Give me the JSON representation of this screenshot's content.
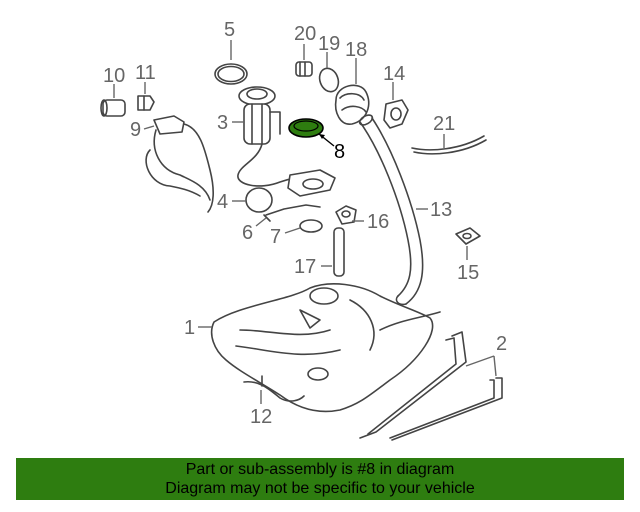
{
  "diagram": {
    "highlighted_part": "8",
    "callouts": {
      "c1": "1",
      "c2": "2",
      "c3": "3",
      "c4": "4",
      "c5": "5",
      "c6": "6",
      "c7": "7",
      "c8": "8",
      "c9": "9",
      "c10": "10",
      "c11": "11",
      "c12": "12",
      "c13": "13",
      "c14": "14",
      "c15": "15",
      "c16": "16",
      "c17": "17",
      "c18": "18",
      "c19": "19",
      "c20": "20",
      "c21": "21"
    },
    "highlight_color": "#2e7d10"
  },
  "banner": {
    "line1": "Part or sub-assembly is #8 in diagram",
    "line2": "Diagram may not be specific to your vehicle",
    "background": "#2e7d10"
  }
}
